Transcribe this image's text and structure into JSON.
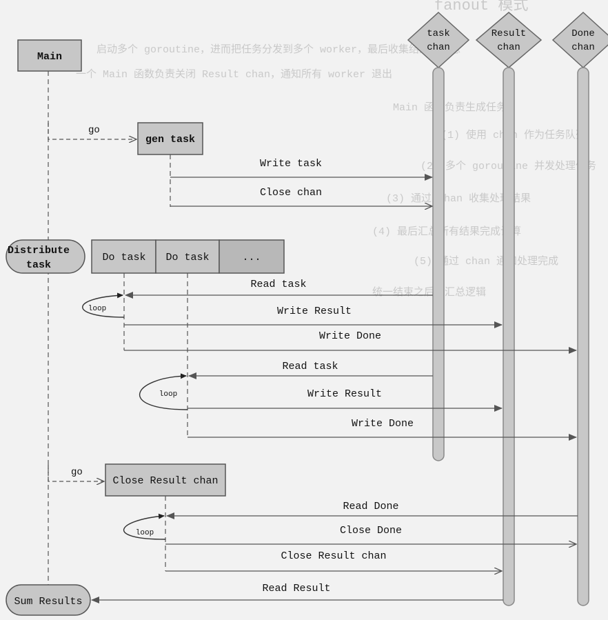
{
  "page": {
    "header_fragment": "fanout 模式"
  },
  "background_text": [
    "启动多个 goroutine，进而把任务分发到多个 worker，最后收集结果并汇总",
    "一个 Main 函数负责关闭 Result chan，通知所有 worker 退出",
    "Main 函数负责生成任务",
    "(1) 使用 chan 作为任务队列",
    "(2) 多个 goroutine 并发处理任务",
    "(3) 通过 chan 收集处理结果",
    "(4) 最后汇总所有结果完成计算",
    "(5) 通过 chan 通知处理完成",
    "统一结束之后的汇总逻辑"
  ],
  "colors": {
    "box_fill": "#c7c7c7",
    "box_stroke": "#555555",
    "lane_fill": "#c8c8c8",
    "lane_stroke": "#8a8a8a",
    "arrow": "#555555",
    "background": "#f2f2f2"
  },
  "lanes": [
    {
      "id": "task",
      "label_1": "task",
      "label_2": "chan"
    },
    {
      "id": "result",
      "label_1": "Result",
      "label_2": "chan"
    },
    {
      "id": "done",
      "label_1": "Done",
      "label_2": "chan"
    }
  ],
  "nodes": {
    "main": "Main",
    "gen_task": "gen task",
    "distribute_1": "Distribute",
    "distribute_2": "task",
    "do_task_1": "Do task",
    "do_task_2": "Do task",
    "do_task_more": "...",
    "close_result_chan": "Close Result chan",
    "sum_results": "Sum Results"
  },
  "messages": {
    "go_1": "go",
    "write_task": "Write task",
    "close_chan": "Close chan",
    "read_task_1": "Read task",
    "loop_1": "loop",
    "write_result_1": "Write Result",
    "write_done_1": "Write Done",
    "read_task_2": "Read task",
    "loop_2": "loop",
    "write_result_2": "Write Result",
    "write_done_2": "Write Done",
    "go_2": "go",
    "read_done": "Read Done",
    "loop_3": "loop",
    "close_done": "Close Done",
    "close_result_chan_msg": "Close Result chan",
    "read_result": "Read Result"
  }
}
